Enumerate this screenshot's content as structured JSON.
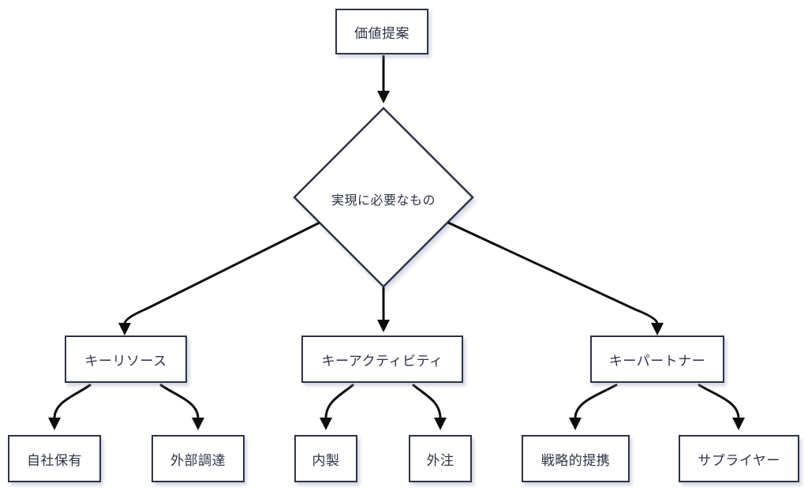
{
  "diagram": {
    "type": "flowchart",
    "colors": {
      "background": "#ffffff",
      "node_fill": "#ffffff",
      "node_border": "#2f3347",
      "text": "#2f3347",
      "arrow": "#0d0d0d",
      "shadow": "rgba(144,150,180,0.38)"
    },
    "nodes": {
      "value_proposition": {
        "label": "価値提案",
        "shape": "rect"
      },
      "needed_for_realization": {
        "label": "実現に必要なもの",
        "shape": "diamond"
      },
      "key_resources": {
        "label": "キーリソース",
        "shape": "rect"
      },
      "key_activities": {
        "label": "キーアクティビティ",
        "shape": "rect"
      },
      "key_partners": {
        "label": "キーパートナー",
        "shape": "rect"
      },
      "in_house_ownership": {
        "label": "自社保有",
        "shape": "rect"
      },
      "external_procurement": {
        "label": "外部調達",
        "shape": "rect"
      },
      "in_house_production": {
        "label": "内製",
        "shape": "rect"
      },
      "outsourcing": {
        "label": "外注",
        "shape": "rect"
      },
      "strategic_alliance": {
        "label": "戦略的提携",
        "shape": "rect"
      },
      "supplier": {
        "label": "サプライヤー",
        "shape": "rect"
      }
    },
    "edges": [
      {
        "from": "value_proposition",
        "to": "needed_for_realization"
      },
      {
        "from": "needed_for_realization",
        "to": "key_resources"
      },
      {
        "from": "needed_for_realization",
        "to": "key_activities"
      },
      {
        "from": "needed_for_realization",
        "to": "key_partners"
      },
      {
        "from": "key_resources",
        "to": "in_house_ownership"
      },
      {
        "from": "key_resources",
        "to": "external_procurement"
      },
      {
        "from": "key_activities",
        "to": "in_house_production"
      },
      {
        "from": "key_activities",
        "to": "outsourcing"
      },
      {
        "from": "key_partners",
        "to": "strategic_alliance"
      },
      {
        "from": "key_partners",
        "to": "supplier"
      }
    ]
  }
}
